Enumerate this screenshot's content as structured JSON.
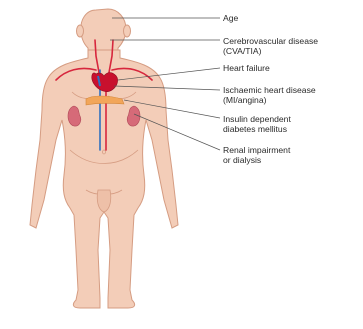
{
  "labels": [
    {
      "lines": [
        "Age"
      ]
    },
    {
      "lines": [
        "Cerebrovascular disease",
        "(CVA/TIA)"
      ]
    },
    {
      "lines": [
        "Heart failure"
      ]
    },
    {
      "lines": [
        "Ischaemic heart disease",
        "(MI/angina)"
      ]
    },
    {
      "lines": [
        "Insulin dependent",
        "diabetes mellitus"
      ]
    },
    {
      "lines": [
        "Renal impairment",
        "or dialysis"
      ]
    }
  ],
  "colors": {
    "skin": "#f3cdb8",
    "skin_outline": "#d59c82",
    "artery": "#d7263d",
    "vein": "#2f6fc0",
    "kidney": "#d66a78",
    "pancreas": "#f2a65a",
    "leader": "#555555"
  }
}
